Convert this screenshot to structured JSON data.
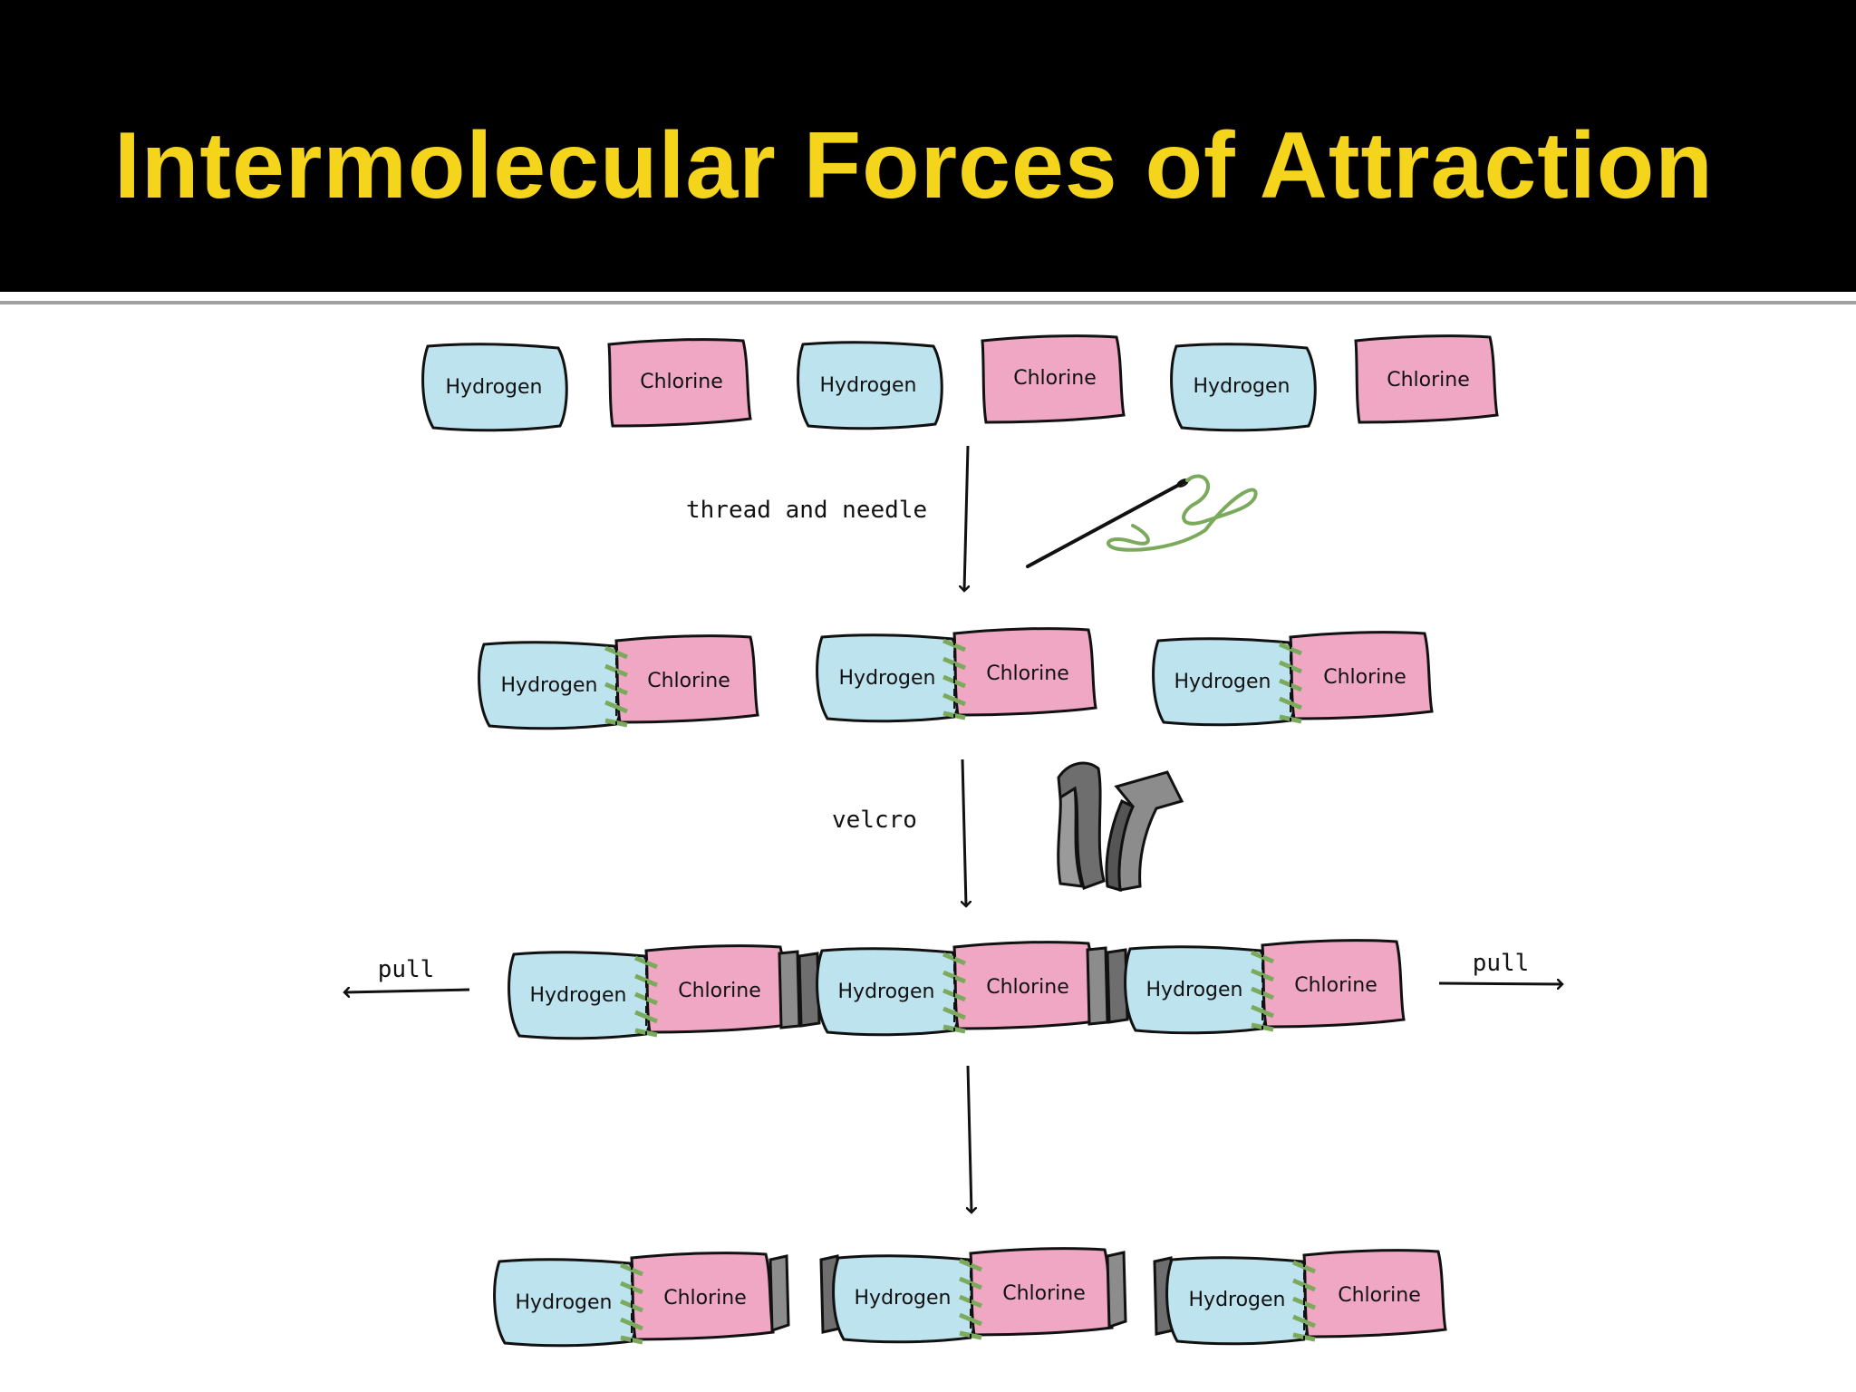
{
  "title": "Intermolecular Forces of Attraction",
  "atom_labels": {
    "hydrogen": "Hydrogen",
    "chlorine": "Chlorine"
  },
  "step_labels": {
    "bond": "thread and needle",
    "attract": "velcro",
    "pull": "pull"
  },
  "colors": {
    "title": "#f5d51c",
    "header_bg": "#000000",
    "hydrogen": "#bde3ef",
    "chlorine": "#efa7c3",
    "thread": "#7caa5d",
    "velcro": "#8c8c8c"
  },
  "icons": [
    "needle-icon",
    "velcro-icon",
    "arrow-down-icon",
    "arrow-left-icon",
    "arrow-right-icon"
  ]
}
